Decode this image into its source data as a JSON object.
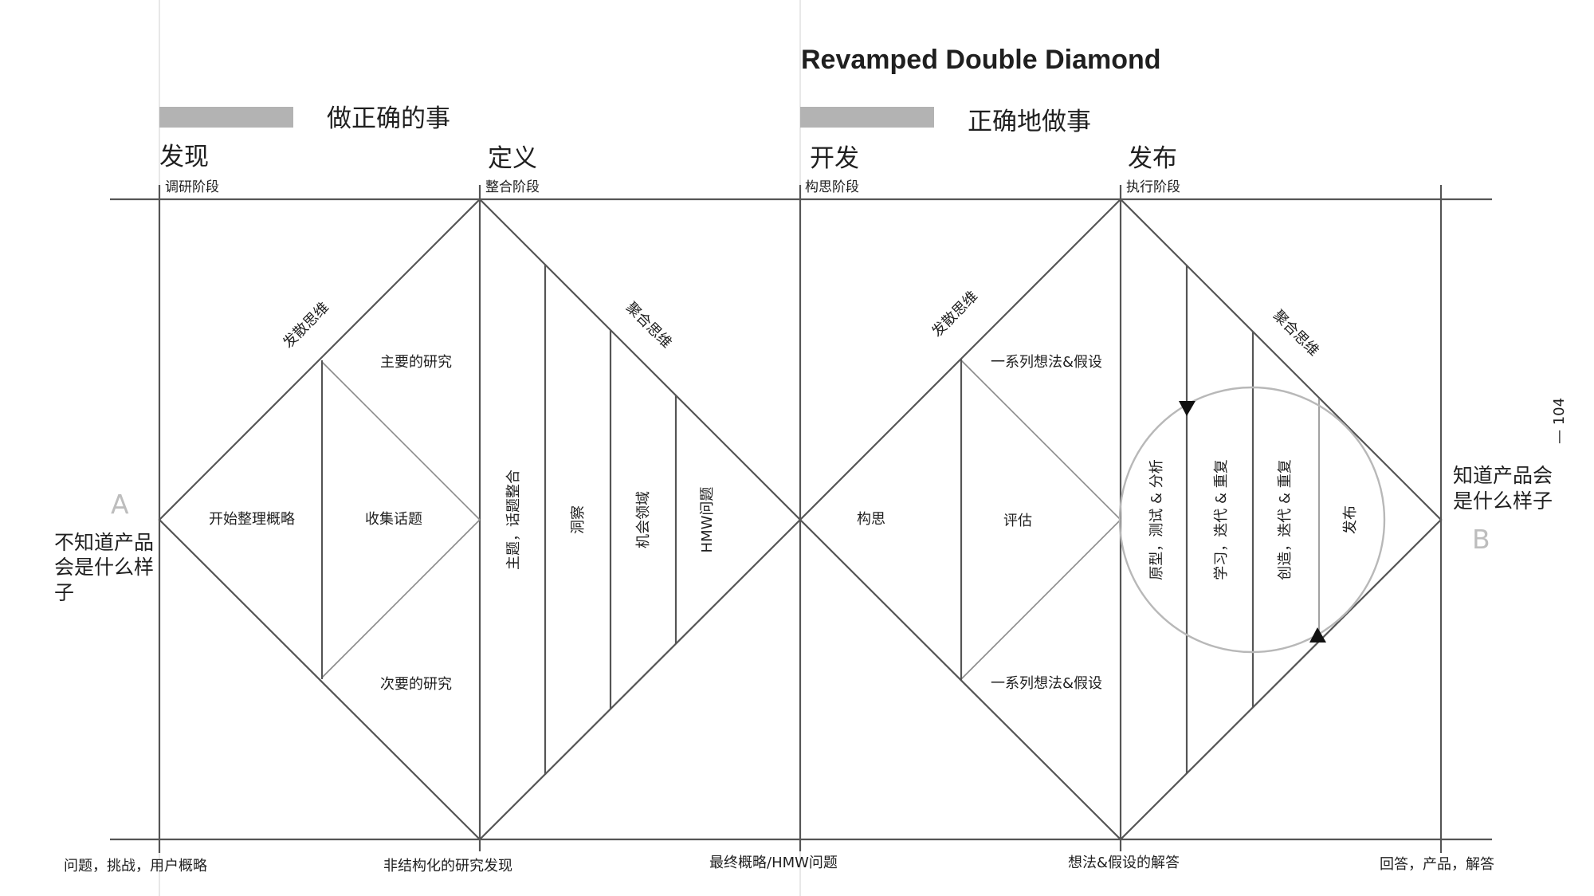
{
  "title": "Revamped Double Diamond",
  "banners": [
    {
      "label": "做正确的事"
    },
    {
      "label": "正确地做事"
    }
  ],
  "phases": [
    {
      "name": "发现",
      "sub": "调研阶段"
    },
    {
      "name": "定义",
      "sub": "整合阶段"
    },
    {
      "name": "开发",
      "sub": "构思阶段"
    },
    {
      "name": "发布",
      "sub": "执行阶段"
    }
  ],
  "start": {
    "letter": "A",
    "text_lines": [
      "不知道产品",
      "会是什么样",
      "子"
    ]
  },
  "end": {
    "letter": "B",
    "text_lines": [
      "知道产品会",
      "是什么样子"
    ]
  },
  "diamond1": {
    "diverge_label": "发散思维",
    "converge_label": "聚合思维",
    "left_cell": "开始整理概略",
    "center_cell": "收集话题",
    "upper_cell": "主要的研究",
    "lower_cell": "次要的研究",
    "columns": [
      "主题，话题整合",
      "洞察",
      "机会领域",
      "HMW问题"
    ]
  },
  "diamond2": {
    "diverge_label": "发散思维",
    "converge_label": "聚合思维",
    "left_cell": "构思",
    "center_cell": "评估",
    "upper_cell": "一系列想法&假设",
    "lower_cell": "一系列想法&假设",
    "columns": [
      "原型，测试 & 分析",
      "学习，迭代 & 重复",
      "创造，迭代 & 重复",
      "发布"
    ]
  },
  "bottom_labels": [
    "问题，挑战，用户概略",
    "非结构化的研究发现",
    "最终概略/HMW问题",
    "想法&假设的解答",
    "回答，产品，解答"
  ],
  "page_number": "— 104",
  "colors": {
    "line": "#555555",
    "banner": "#b3b3b3",
    "letter": "#bdbdbd",
    "text": "#1f1f1f"
  }
}
